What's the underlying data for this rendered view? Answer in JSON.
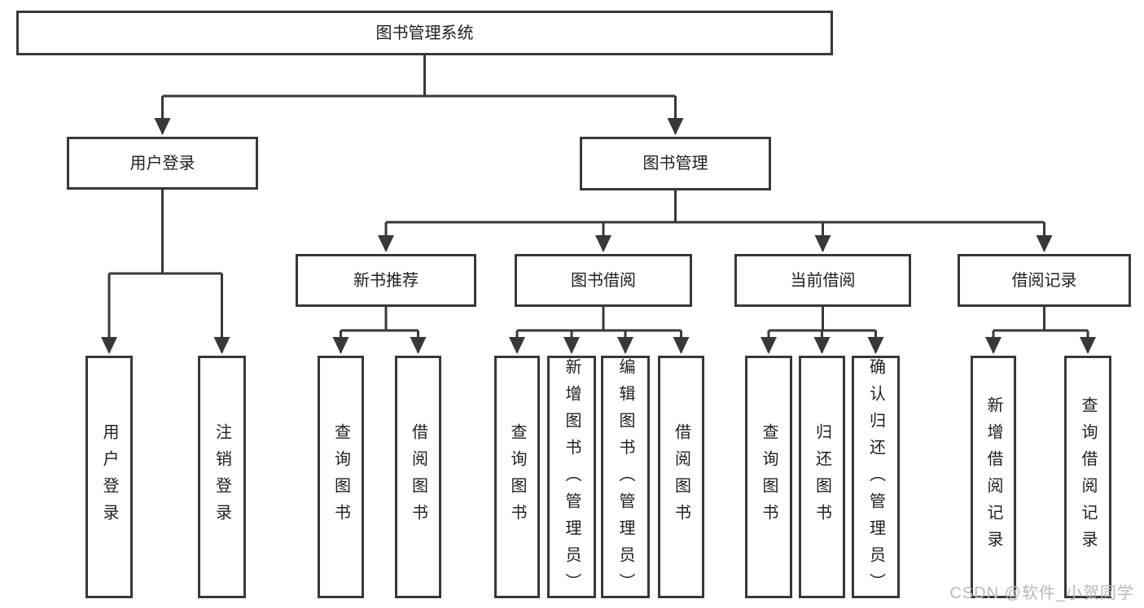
{
  "diagram": {
    "root": {
      "label": "图书管理系统"
    },
    "level1": [
      {
        "label": "用户登录"
      },
      {
        "label": "图书管理"
      }
    ],
    "level2": [
      {
        "label": "新书推荐"
      },
      {
        "label": "图书借阅"
      },
      {
        "label": "当前借阅"
      },
      {
        "label": "借阅记录"
      }
    ],
    "leaves": {
      "user": [
        "用户登录",
        "注销登录"
      ],
      "recommend": [
        "查询图书",
        "借阅图书"
      ],
      "borrow": [
        "查询图书",
        "新增图书（管理员）",
        "编辑图书（管理员）",
        "借阅图书"
      ],
      "current": [
        "查询图书",
        "归还图书",
        "确认归还（管理员）"
      ],
      "record": [
        "新增借阅记录",
        "查询借阅记录"
      ]
    }
  },
  "watermark": {
    "text": "CSDN @软件_小贺同学"
  },
  "colors": {
    "line": "#383838",
    "box_border": "#383838",
    "text": "#1f1f1f",
    "watermark": "#b9b9b9",
    "background": "#ffffff"
  }
}
